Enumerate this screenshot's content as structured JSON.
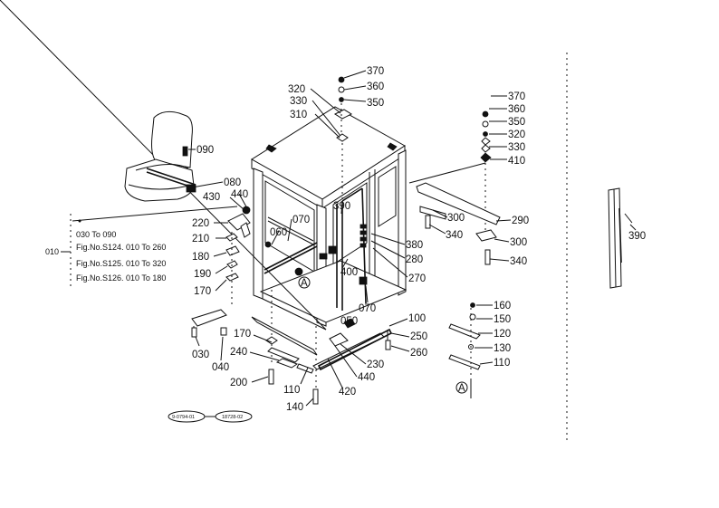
{
  "parts": {
    "p370a": "370",
    "p360a": "360",
    "p350a": "350",
    "p320a": "320",
    "p330a": "330",
    "p310": "310",
    "p090": "090",
    "p080": "080",
    "p430": "430",
    "p440a": "440",
    "p220": "220",
    "p210": "210",
    "p180": "180",
    "p190": "190",
    "p170a": "170",
    "p070a": "070",
    "p060": "060",
    "p390a": "390",
    "p370b": "370",
    "p360b": "360",
    "p350b": "350",
    "p320b": "320",
    "p330b": "330",
    "p410": "410",
    "p300a": "300",
    "p290": "290",
    "p340a": "340",
    "p300b": "300",
    "p340b": "340",
    "p380": "380",
    "p280": "280",
    "p270": "270",
    "p400": "400",
    "p070b": "070",
    "p050": "050",
    "p100": "100",
    "p250": "250",
    "p260": "260",
    "p230": "230",
    "p440b": "440",
    "p420": "420",
    "p170b": "170",
    "p240": "240",
    "p200": "200",
    "p110a": "110",
    "p140": "140",
    "p030": "030",
    "p040": "040",
    "p160": "160",
    "p150": "150",
    "p120": "120",
    "p130": "130",
    "p110b": "110",
    "p390b": "390"
  },
  "markers": {
    "a1": "A",
    "a2": "A"
  },
  "note": {
    "group": "010",
    "line1": "030 To 090",
    "line2": "Fig.No.S124. 010 To 260",
    "line3": "Fig.No.S125. 010 To 320",
    "line4": "Fig.No.S126. 010 To 180"
  },
  "stamps": {
    "left": "9-0794-01",
    "right": "18728-02"
  }
}
